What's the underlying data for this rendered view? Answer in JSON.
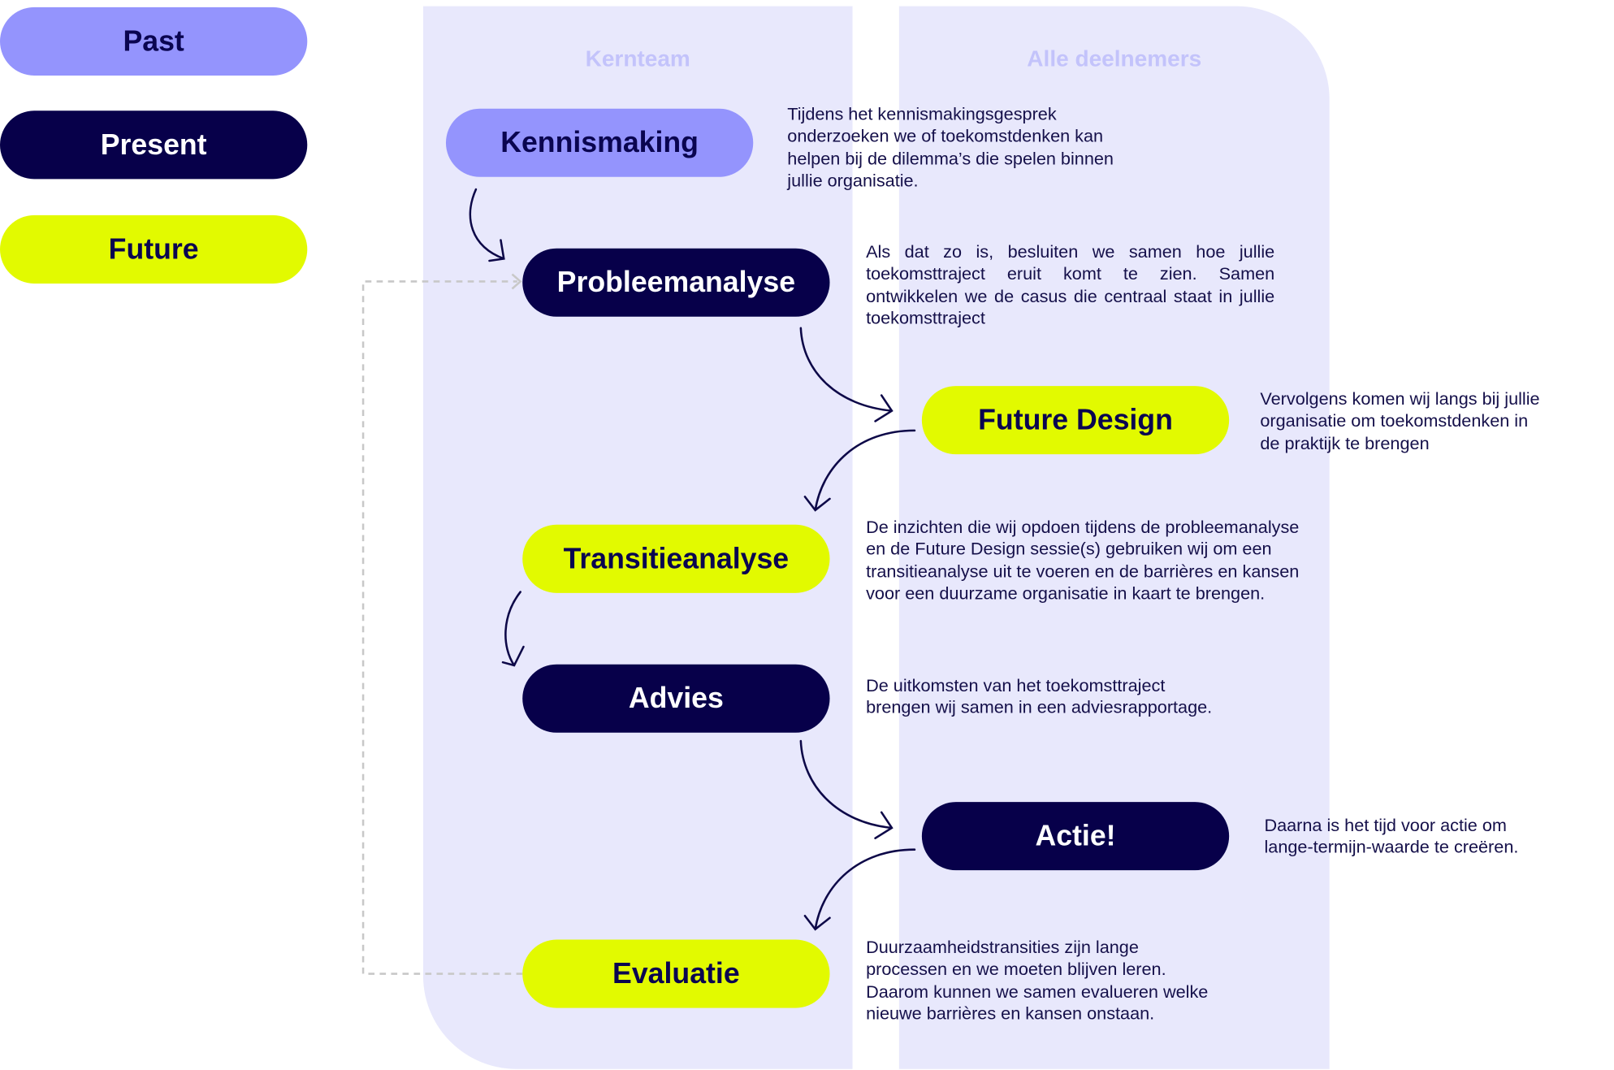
{
  "legend": [
    {
      "label": "Past",
      "kind": "past"
    },
    {
      "label": "Present",
      "kind": "present"
    },
    {
      "label": "Future",
      "kind": "future"
    }
  ],
  "columns": {
    "kernteam": "Kernteam",
    "alle_deelnemers": "Alle deelnemers"
  },
  "steps": [
    {
      "label": "Kennismaking",
      "phase": "past",
      "description": "Tijdens het kennismakingsgesprek\nonderzoeken we of toekomstdenken kan\nhelpen bij de dilemma’s die spelen binnen\njullie organisatie."
    },
    {
      "label": "Probleemanalyse",
      "phase": "present",
      "description": "Als dat zo is, besluiten we samen hoe jullie toekomsttraject eruit komt te zien. Samen ontwikkelen we de casus die centraal staat in jullie toekomsttraject"
    },
    {
      "label": "Future Design",
      "phase": "future",
      "description": " Vervolgens komen wij langs bij jullie\norganisatie om toekomstdenken in\nde praktijk te brengen"
    },
    {
      "label": "Transitieanalyse",
      "phase": "future",
      "description": "De inzichten die wij opdoen tijdens de probleemanalyse\nen de Future Design sessie(s) gebruiken wij om een\ntransitieanalyse uit te voeren en de barrières en kansen\nvoor een duurzame organisatie in kaart te brengen."
    },
    {
      "label": "Advies",
      "phase": "present",
      "description": "De uitkomsten van het toekomsttraject\nbrengen wij samen in een adviesrapportage."
    },
    {
      "label": "Actie!",
      "phase": "present",
      "description": "Daarna is het tijd voor actie om\nlange-termijn-waarde te creëren."
    },
    {
      "label": "Evaluatie",
      "phase": "future",
      "description": "Duurzaamheidstransities zijn lange\nprocessen en we moeten blijven leren.\nDaarom kunnen we samen evalueren welke\nnieuwe barrières en kansen onstaan."
    }
  ],
  "colors": {
    "past": "#9494fd",
    "present": "#07004a",
    "future": "#e2fa00",
    "lane": "#e8e8fc"
  }
}
